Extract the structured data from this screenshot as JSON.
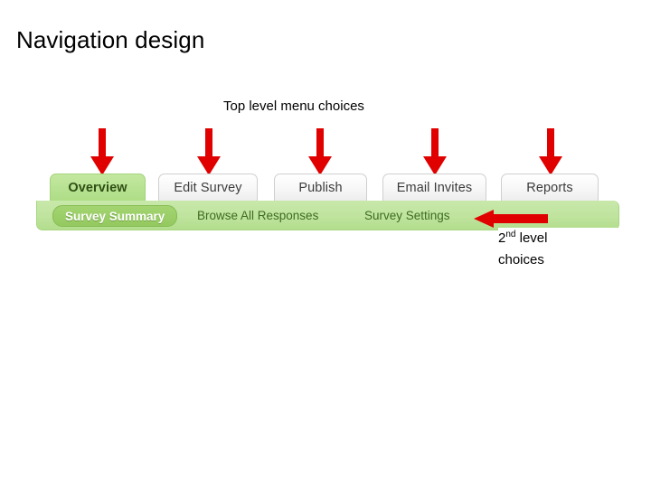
{
  "slide": {
    "title": "Navigation design",
    "background_color": "#ffffff"
  },
  "annotations": {
    "top_caption": "Top level menu choices",
    "second_level_caption": {
      "number": "2",
      "ordinal_suffix": "nd",
      "line1_rest": " level",
      "line2": "choices"
    },
    "arrow_color": "#e00000",
    "down_arrows": [
      {
        "name": "arrow-to-overview"
      },
      {
        "name": "arrow-to-edit-survey"
      },
      {
        "name": "arrow-to-publish"
      },
      {
        "name": "arrow-to-email-invites"
      },
      {
        "name": "arrow-to-reports"
      }
    ],
    "left_arrow": {
      "name": "arrow-to-sub-nav"
    }
  },
  "nav": {
    "active_tab_color": "#aedd86",
    "sub_bar_color": "#bfe49e",
    "selected_sub_color": "#94c95f",
    "tabs": [
      {
        "label": "Overview",
        "active": true
      },
      {
        "label": "Edit Survey",
        "active": false
      },
      {
        "label": "Publish",
        "active": false
      },
      {
        "label": "Email Invites",
        "active": false
      },
      {
        "label": "Reports",
        "active": false
      }
    ],
    "sub_items": [
      {
        "label": "Survey Summary",
        "selected": true
      },
      {
        "label": "Browse All Responses",
        "selected": false
      },
      {
        "label": "Survey Settings",
        "selected": false
      }
    ]
  }
}
